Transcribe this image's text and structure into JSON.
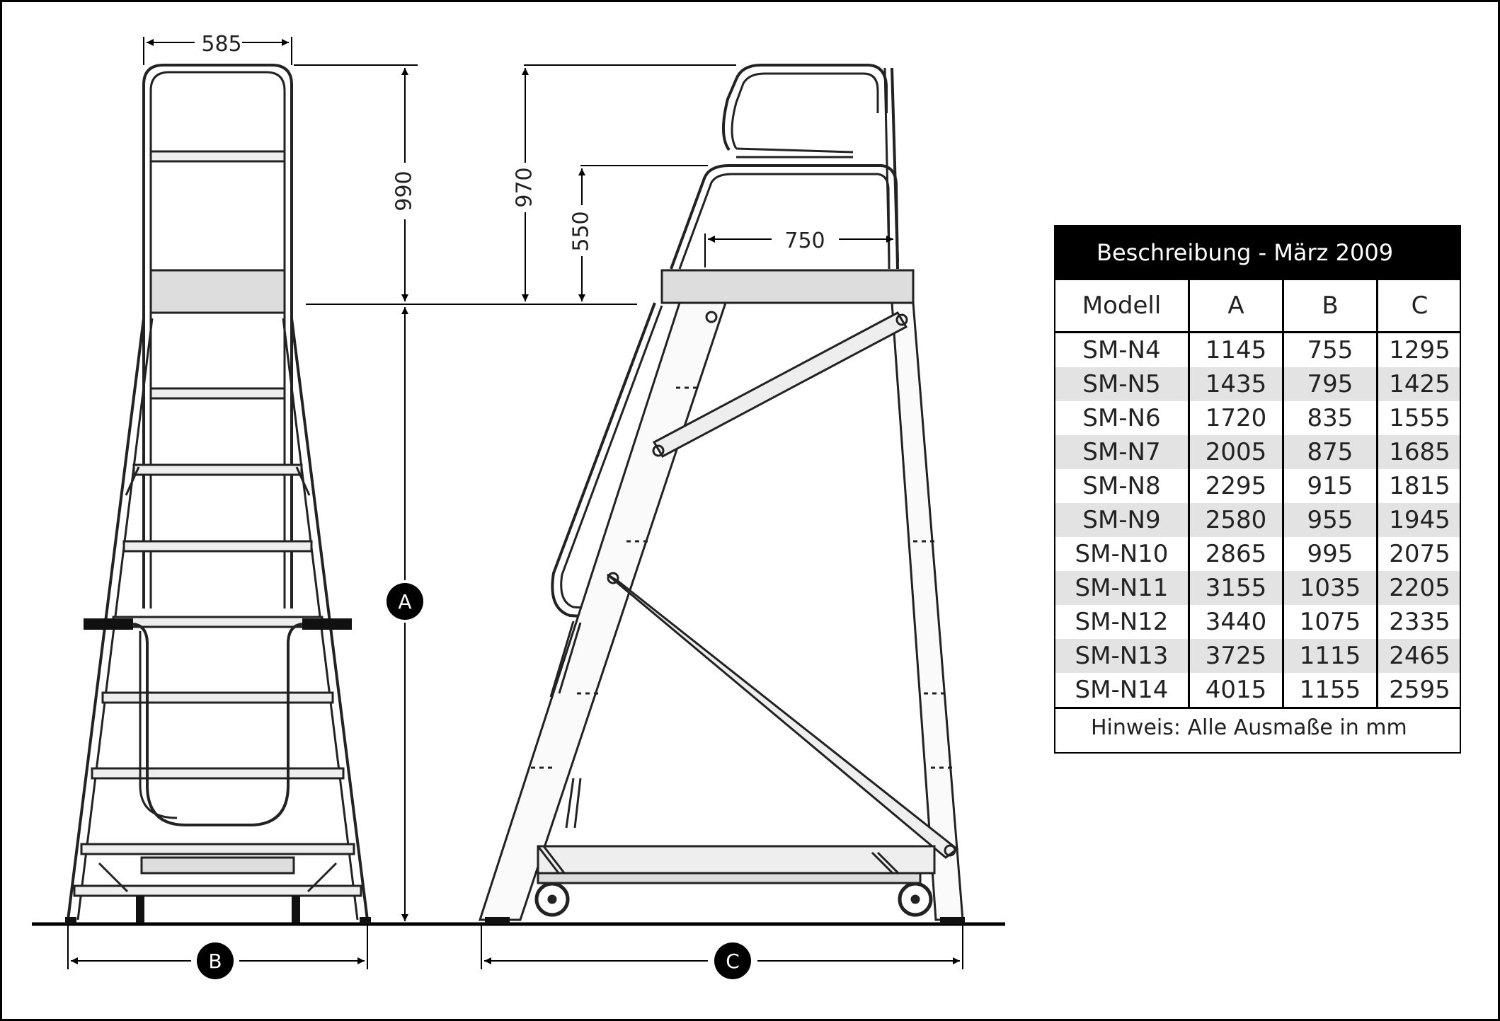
{
  "dimensions": {
    "front_width": "585",
    "front_rail_height": "990",
    "side_rail_height": "970",
    "side_mid_rail_height": "550",
    "platform_depth": "750",
    "label_a": "A",
    "label_b": "B",
    "label_c": "C"
  },
  "table": {
    "title": "Beschreibung - März 2009",
    "headers": [
      "Modell",
      "A",
      "B",
      "C"
    ],
    "rows": [
      [
        "SM-N4",
        "1145",
        "755",
        "1295"
      ],
      [
        "SM-N5",
        "1435",
        "795",
        "1425"
      ],
      [
        "SM-N6",
        "1720",
        "835",
        "1555"
      ],
      [
        "SM-N7",
        "2005",
        "875",
        "1685"
      ],
      [
        "SM-N8",
        "2295",
        "915",
        "1815"
      ],
      [
        "SM-N9",
        "2580",
        "955",
        "1945"
      ],
      [
        "SM-N10",
        "2865",
        "995",
        "2075"
      ],
      [
        "SM-N11",
        "3155",
        "1035",
        "2205"
      ],
      [
        "SM-N12",
        "3440",
        "1075",
        "2335"
      ],
      [
        "SM-N13",
        "3725",
        "1115",
        "2465"
      ],
      [
        "SM-N14",
        "4015",
        "1155",
        "2595"
      ]
    ],
    "note": "Hinweis: Alle Ausmaße in mm"
  }
}
